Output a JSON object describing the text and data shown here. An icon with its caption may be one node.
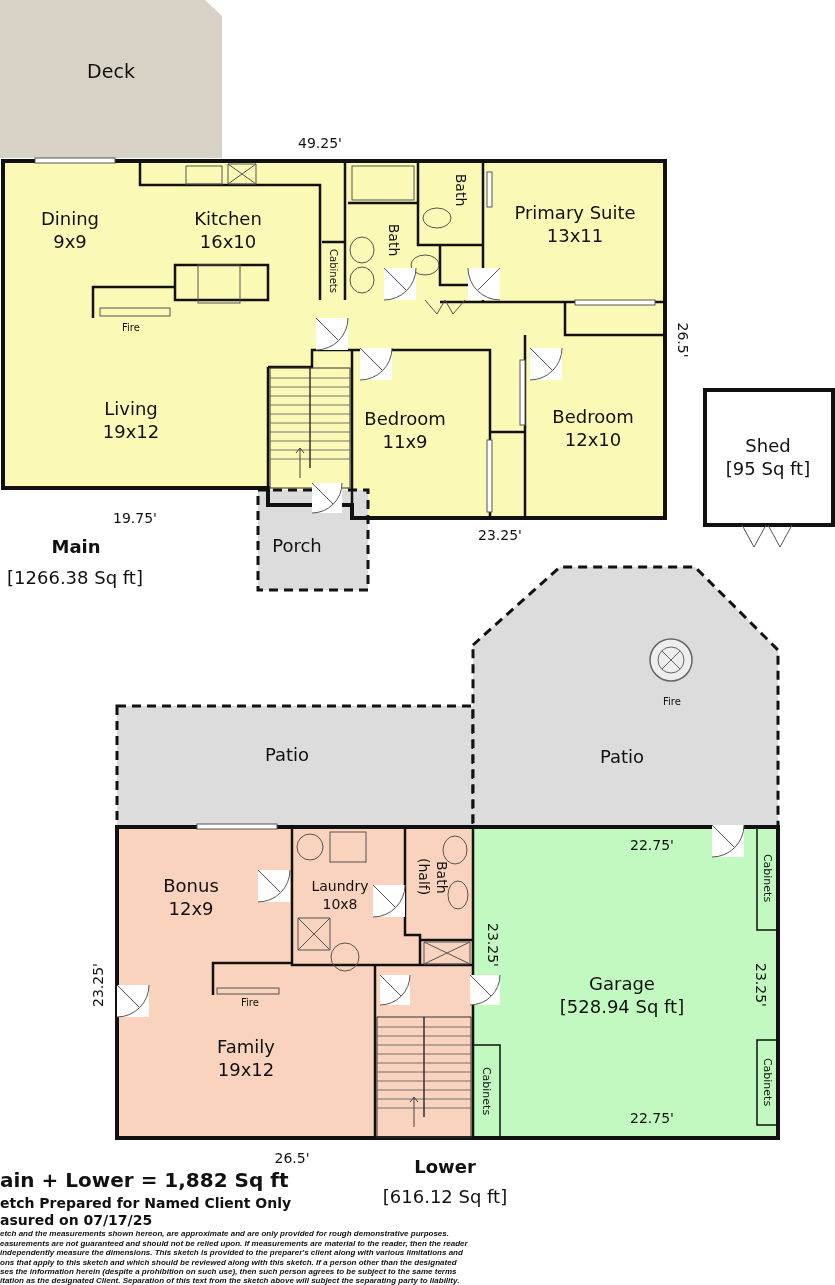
{
  "diagram": {
    "nodes": [
      {
        "text": [
          "Deck"
        ]
      },
      {
        "text": [
          "Dining",
          "9x9"
        ]
      },
      {
        "text": [
          "Kitchen",
          "16x10"
        ]
      },
      {
        "text": [
          "Bath"
        ]
      },
      {
        "text": [
          "Bath"
        ]
      },
      {
        "text": [
          "Cabinets"
        ]
      },
      {
        "text": [
          "Primary Suite",
          "13x11"
        ]
      },
      {
        "text": [
          "Living",
          "19x12"
        ]
      },
      {
        "text": [
          "Bedroom",
          "11x9"
        ]
      },
      {
        "text": [
          "Bedroom",
          "12x10"
        ]
      },
      {
        "text": [
          "Porch"
        ]
      },
      {
        "text": [
          "Shed",
          "[95 Sq ft]"
        ]
      },
      {
        "text": [
          "Patio"
        ]
      },
      {
        "text": [
          "Patio"
        ]
      },
      {
        "text": [
          "Bonus",
          "12x9"
        ]
      },
      {
        "text": [
          "Laundry",
          "10x8"
        ]
      },
      {
        "text": [
          "Bath (half)"
        ]
      },
      {
        "text": [
          "Family",
          "19x12"
        ]
      },
      {
        "text": [
          "Garage",
          "[528.94 Sq ft]"
        ]
      },
      {
        "text": [
          "Cabinets"
        ]
      },
      {
        "text": [
          "Cabinets"
        ]
      },
      {
        "text": [
          "Cabinets"
        ]
      }
    ],
    "labels": [
      "49.25'",
      "26.5'",
      "19.75'",
      "Fire",
      "23.25'",
      "Main",
      "[1266.38 Sq ft]",
      "Fire",
      "22.75'",
      "23.25'",
      "23.25'",
      "23.25'",
      "Fire",
      "22.75'",
      "26.5'",
      "Lower",
      "[616.12 Sq ft]",
      "ain + Lower = 1,882 Sq ft",
      "etch Prepared for Named Client Only",
      "asured on 07/17/25",
      "etch and the measurements shown hereon, are approximate and are only provided for rough demonstrative purposes.",
      "easurements are not guaranteed and should not be relied upon.  If measurements are material to the reader, then the reader",
      "independently measure the dimensions.  This sketch is provided to the preparer's client along with various limitations and",
      "ons that apply to this sketch and which should be reviewed along with this sketch.  If a person other than the designated",
      "ses the information herein (despite a prohibition on such use), then such person agrees to be subject to the same terms",
      "itation as the designated Client.  Separation of this text from the sketch above will subject the separating party to liability."
    ]
  }
}
